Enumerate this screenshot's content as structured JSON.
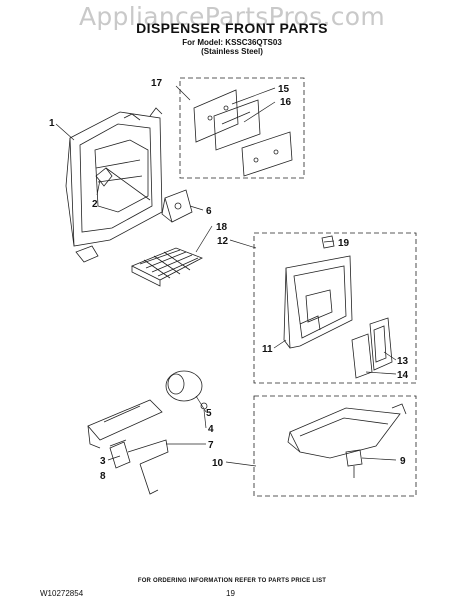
{
  "watermark": "AppliancePartsPros.com",
  "header": {
    "title": "DISPENSER FRONT PARTS",
    "model_line": "For Model: KSSC36QTS03",
    "finish_line": "(Stainless Steel)"
  },
  "callouts": {
    "c1": "1",
    "c2": "2",
    "c3": "3",
    "c4": "4",
    "c5": "5",
    "c6": "6",
    "c7": "7",
    "c8": "8",
    "c9": "9",
    "c10": "10",
    "c11": "11",
    "c12": "12",
    "c13": "13",
    "c14": "14",
    "c15": "15",
    "c16": "16",
    "c17": "17",
    "c18": "18",
    "c19": "19"
  },
  "footer": {
    "order_note": "FOR ORDERING INFORMATION REFER TO PARTS PRICE LIST",
    "doc_number": "W10272854",
    "page_number": "19"
  }
}
